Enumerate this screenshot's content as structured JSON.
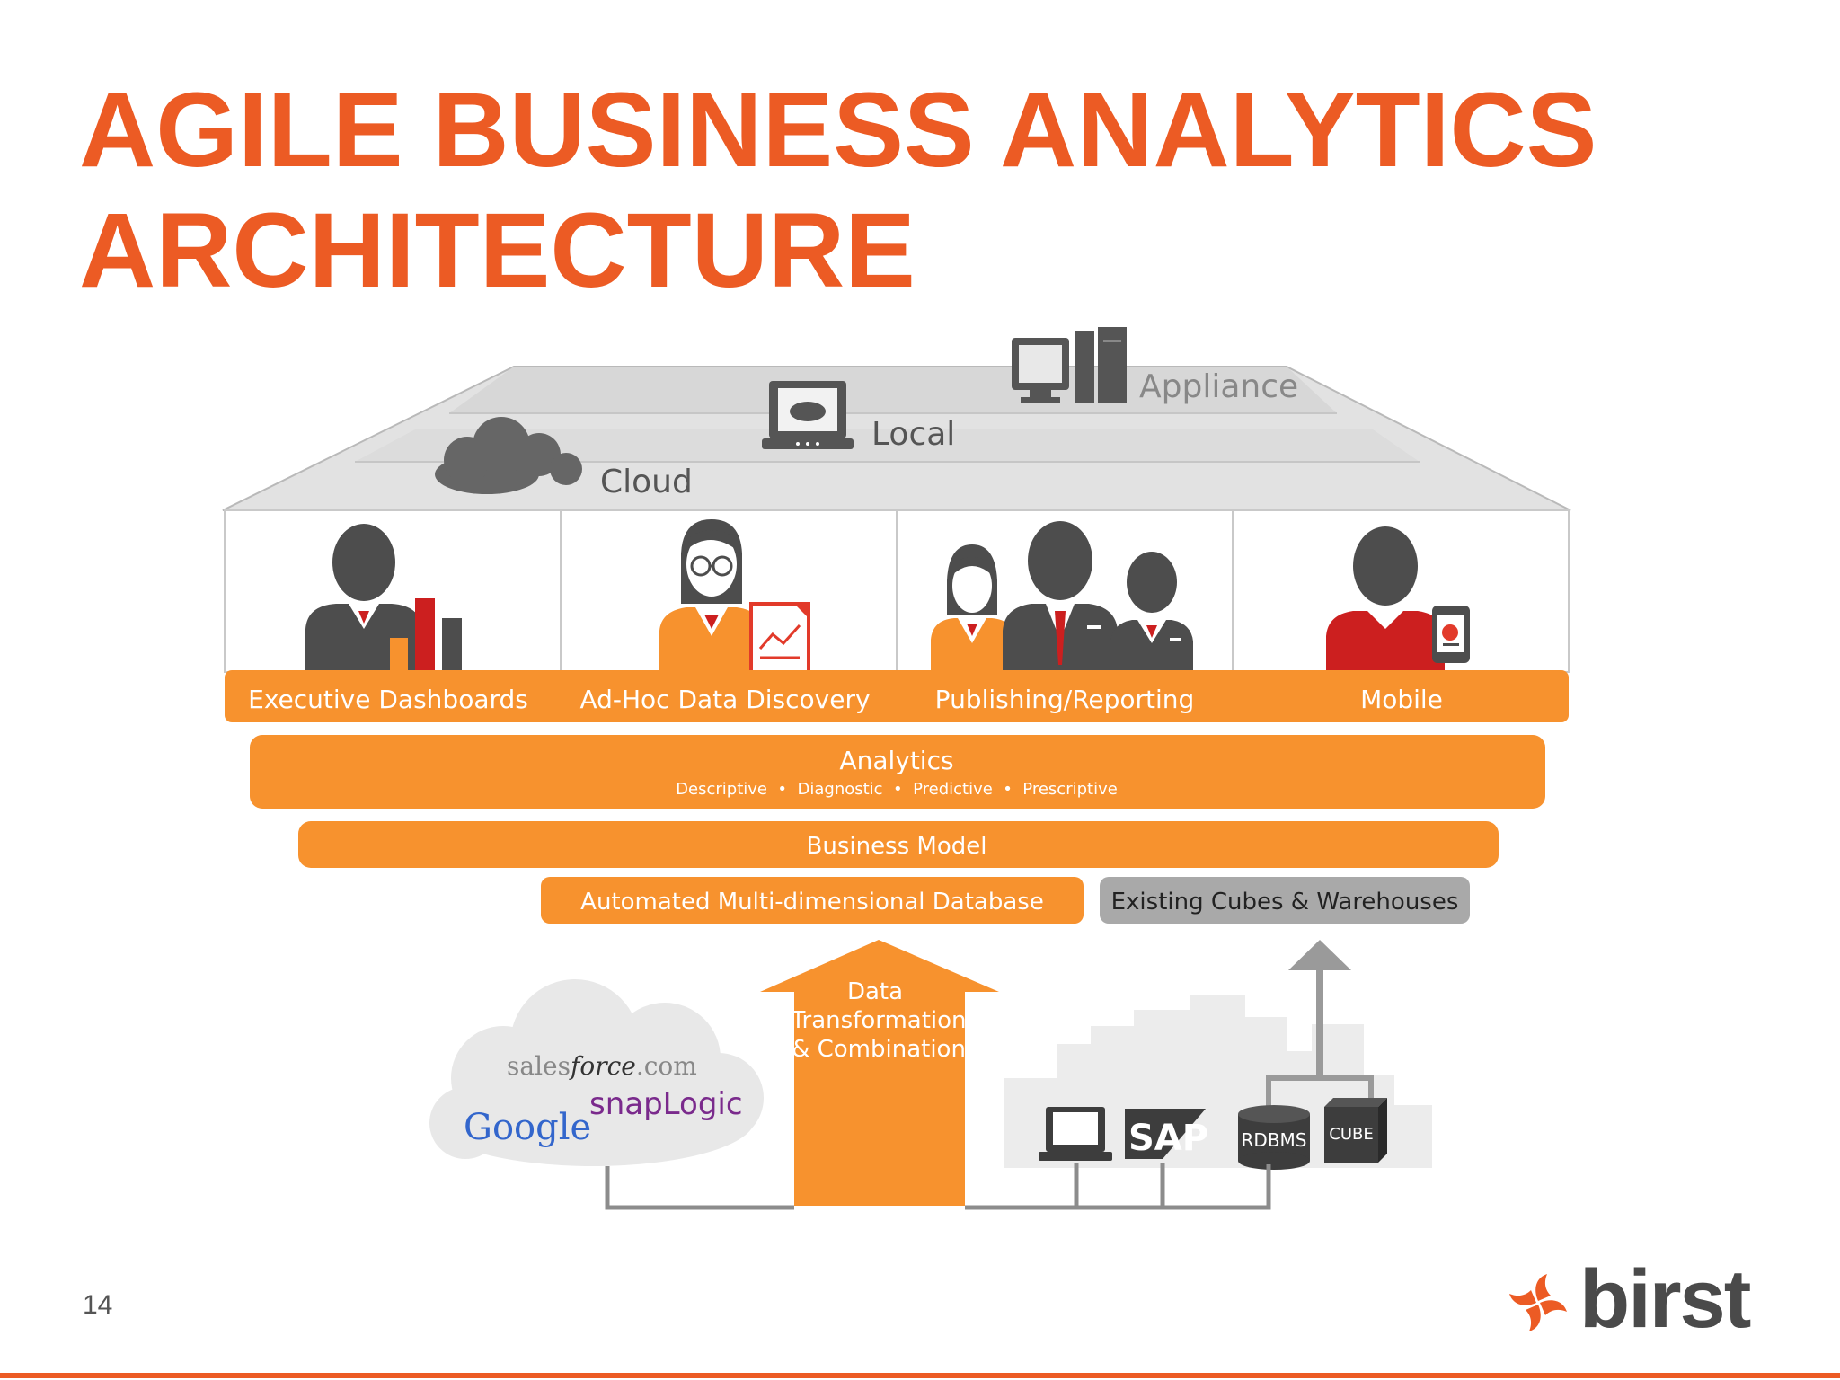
{
  "slide": {
    "title_line1": "AGILE BUSINESS ANALYTICS",
    "title_line2": "ARCHITECTURE",
    "page_number": "14"
  },
  "deployment": {
    "cloud": "Cloud",
    "local": "Local",
    "appliance": "Appliance"
  },
  "user_types": [
    {
      "label": "Executive Dashboards"
    },
    {
      "label": "Ad-Hoc Data Discovery"
    },
    {
      "label": "Publishing/Reporting"
    },
    {
      "label": "Mobile"
    }
  ],
  "layers": {
    "analytics_title": "Analytics",
    "analytics_subtitle": "Descriptive  •  Diagnostic  •  Predictive  •  Prescriptive",
    "business_model": "Business Model",
    "automated_db": "Automated Multi-dimensional Database",
    "existing_cubes": "Existing Cubes & Warehouses"
  },
  "data_flow": {
    "line1": "Data",
    "line2": "Transformation",
    "line3": "& Combination"
  },
  "sources": {
    "salesforce_pre": "sales",
    "salesforce_mid": "force",
    "salesforce_post": ".com",
    "google": "Google",
    "snaplogic": "snapLogic",
    "sap": "SAP",
    "rdbms": "RDBMS",
    "cube": "CUBE"
  },
  "logo": {
    "text": "birst"
  },
  "colors": {
    "accent": "#ec5b24",
    "band": "#f7922e",
    "dark_figure": "#4d4d4d",
    "roof_gray": "#d6d6d6",
    "red_tie": "#cc1f1f"
  }
}
